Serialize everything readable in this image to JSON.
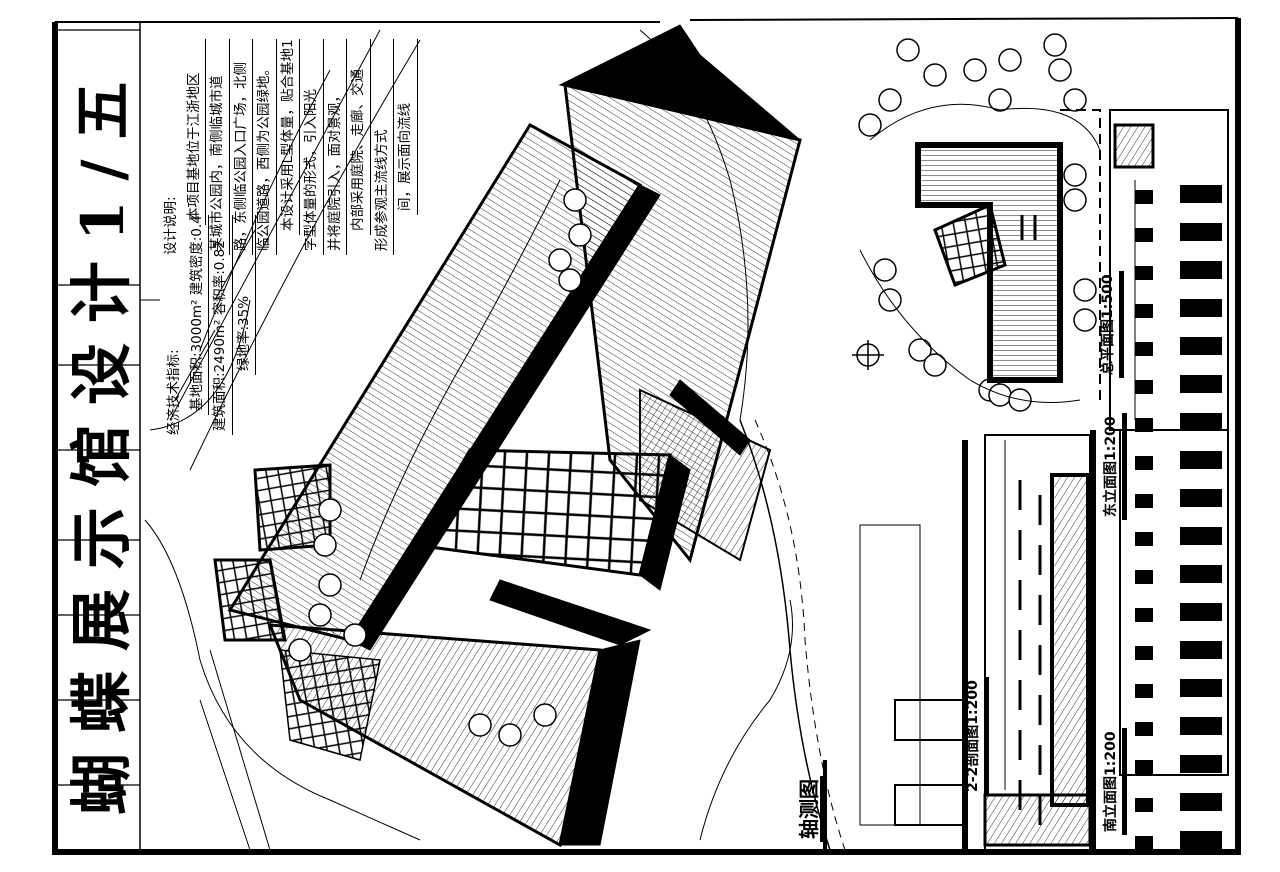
{
  "title": {
    "main": "蝴蝶展示馆设计",
    "sheet": "1/五"
  },
  "design_notes": {
    "heading": "设计说明:",
    "lines": [
      "本项目基地位于江浙地区",
      "某城市公园内，南侧临城市道",
      "路，东侧临公园入口广场，北侧",
      "临公园道路，西侧为公园绿地。",
      "本设计采用L型体量，贴合基地1",
      "字型体量的形式，引入阳光",
      "并将庭院引入，面对景观，",
      "内部采用庭院、走廊、交通",
      "形成参观主流线方式",
      "间，展示面向流线"
    ]
  },
  "economic_indicators": {
    "heading": "经济技术指标:",
    "lines": [
      "基地面积:3000m² 建筑密度:0.4",
      "建筑面积:2490m² 容积率:0.82",
      "绿地率:35%"
    ]
  },
  "drawing_labels": {
    "site_plan": "总平面图1:500",
    "east_elevation": "东立面图1:200",
    "south_elevation": "南立面图1:200",
    "section": "2-2剖面图1:200",
    "axonometric": "轴测图"
  },
  "icons": {
    "north_arrow": "north-arrow-icon"
  },
  "colors": {
    "ink": "#000000",
    "paper": "#ffffff"
  }
}
